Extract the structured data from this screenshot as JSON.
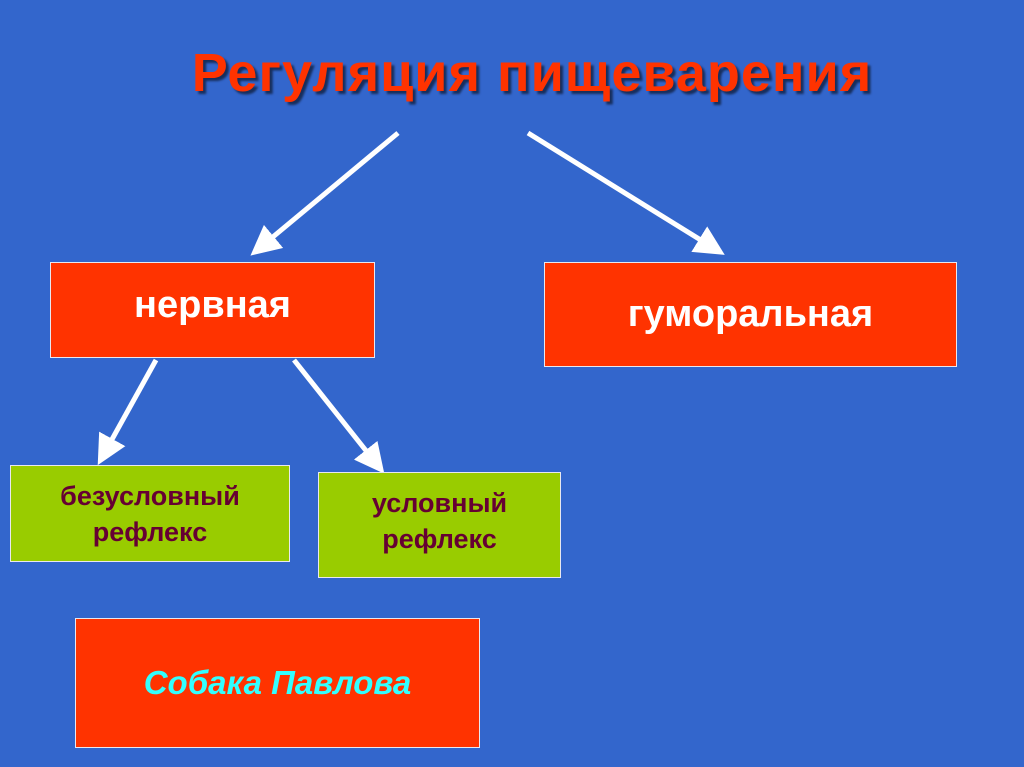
{
  "title": "Регуляция пищеварения",
  "nodes": {
    "nervous": {
      "label": "нервная"
    },
    "humoral": {
      "label": "гуморальная"
    },
    "unconditioned": {
      "line1": "безусловный",
      "line2": "рефлекс"
    },
    "conditioned": {
      "line1": "условный",
      "line2": "рефлекс"
    },
    "pavlov": {
      "label": "Собака Павлова"
    }
  },
  "edges": [
    {
      "from": "title",
      "to": "nervous"
    },
    {
      "from": "title",
      "to": "humoral"
    },
    {
      "from": "nervous",
      "to": "unconditioned"
    },
    {
      "from": "nervous",
      "to": "conditioned"
    }
  ],
  "colors": {
    "background": "#3366CC",
    "title": "#FF3300",
    "red_box": "#FF3300",
    "green_box": "#99CC00",
    "maroon_text": "#660033",
    "cyan_text": "#33FFFF",
    "arrow": "#FFFFFF"
  }
}
